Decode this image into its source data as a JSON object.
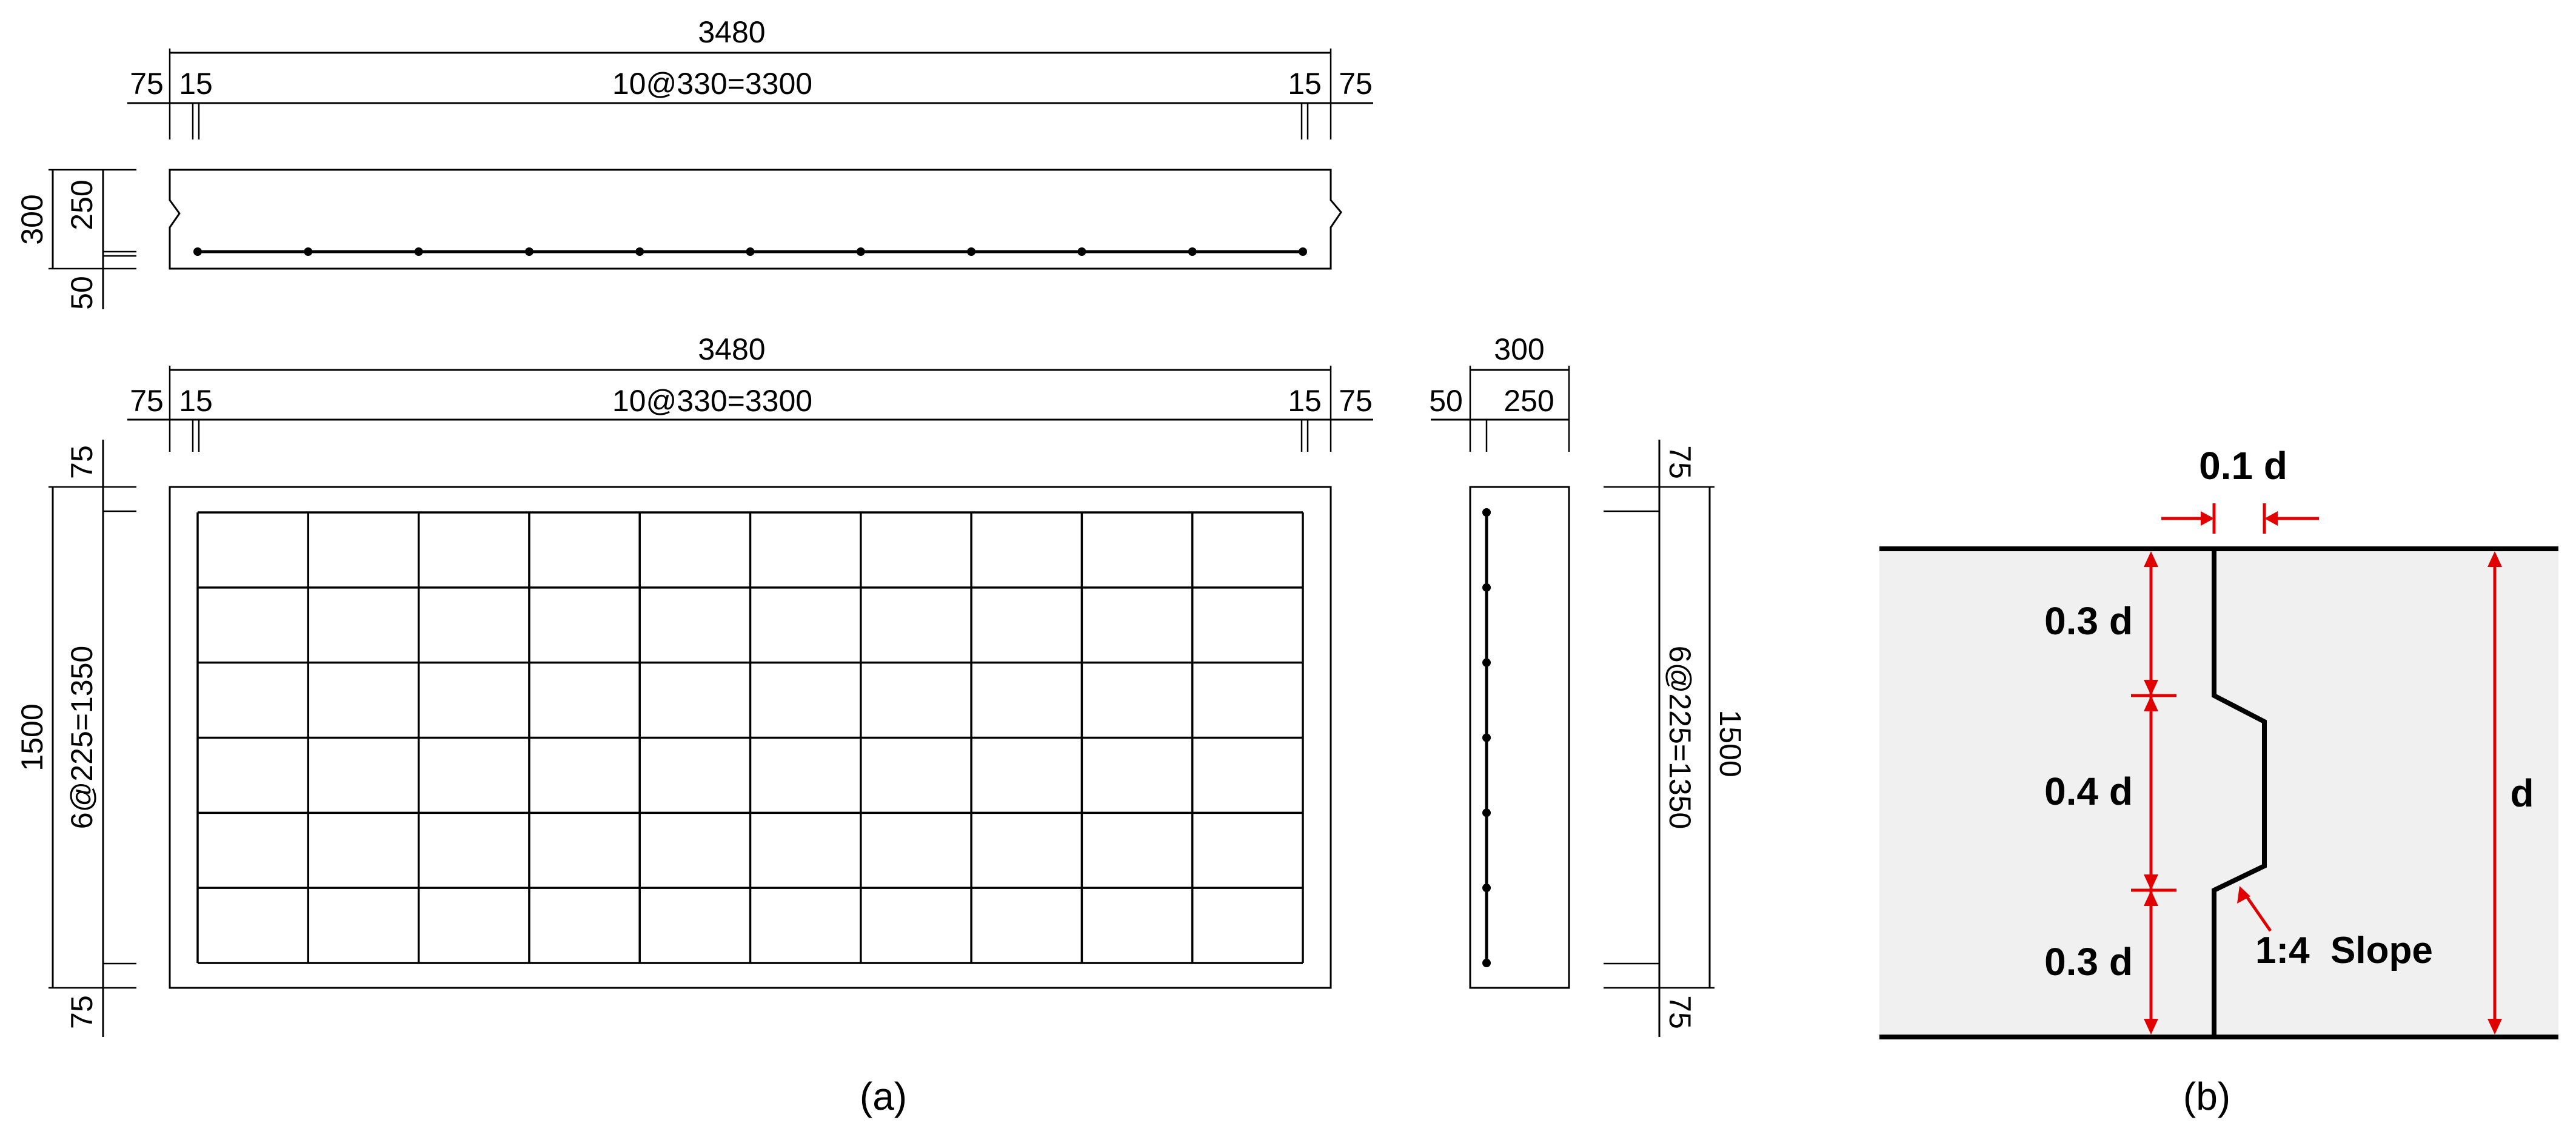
{
  "panel_a": {
    "caption": "(a)",
    "top_view": {
      "overall": "3480",
      "left_edge": "75",
      "left_cover": "15",
      "spacing": "10@330=3300",
      "right_cover": "15",
      "right_edge": "75",
      "height_total": "300",
      "height_upper": "250",
      "height_lower": "50"
    },
    "plan_view": {
      "overall": "3480",
      "left_edge": "75",
      "left_cover": "15",
      "spacing": "10@330=3300",
      "right_cover": "15",
      "right_edge": "75",
      "height_total": "1500",
      "top_edge": "75",
      "vertical_spacing": "6@225=1350",
      "bottom_edge": "75"
    },
    "side_view": {
      "width_total": "300",
      "width_left": "50",
      "width_right": "250",
      "top_edge": "75",
      "vertical_spacing": "6@225=1350",
      "height_total": "1500",
      "bottom_edge": "75"
    }
  },
  "panel_b": {
    "caption": "(b)",
    "offset": "0.1 d",
    "upper_segment": "0.3 d",
    "middle_segment": "0.4 d",
    "lower_segment": "0.3 d",
    "depth": "d",
    "slope": "1:4  Slope"
  },
  "colors": {
    "line": "#000000",
    "dimension_red": "#e00000",
    "panel_b_fill": "#f0f0f0"
  }
}
